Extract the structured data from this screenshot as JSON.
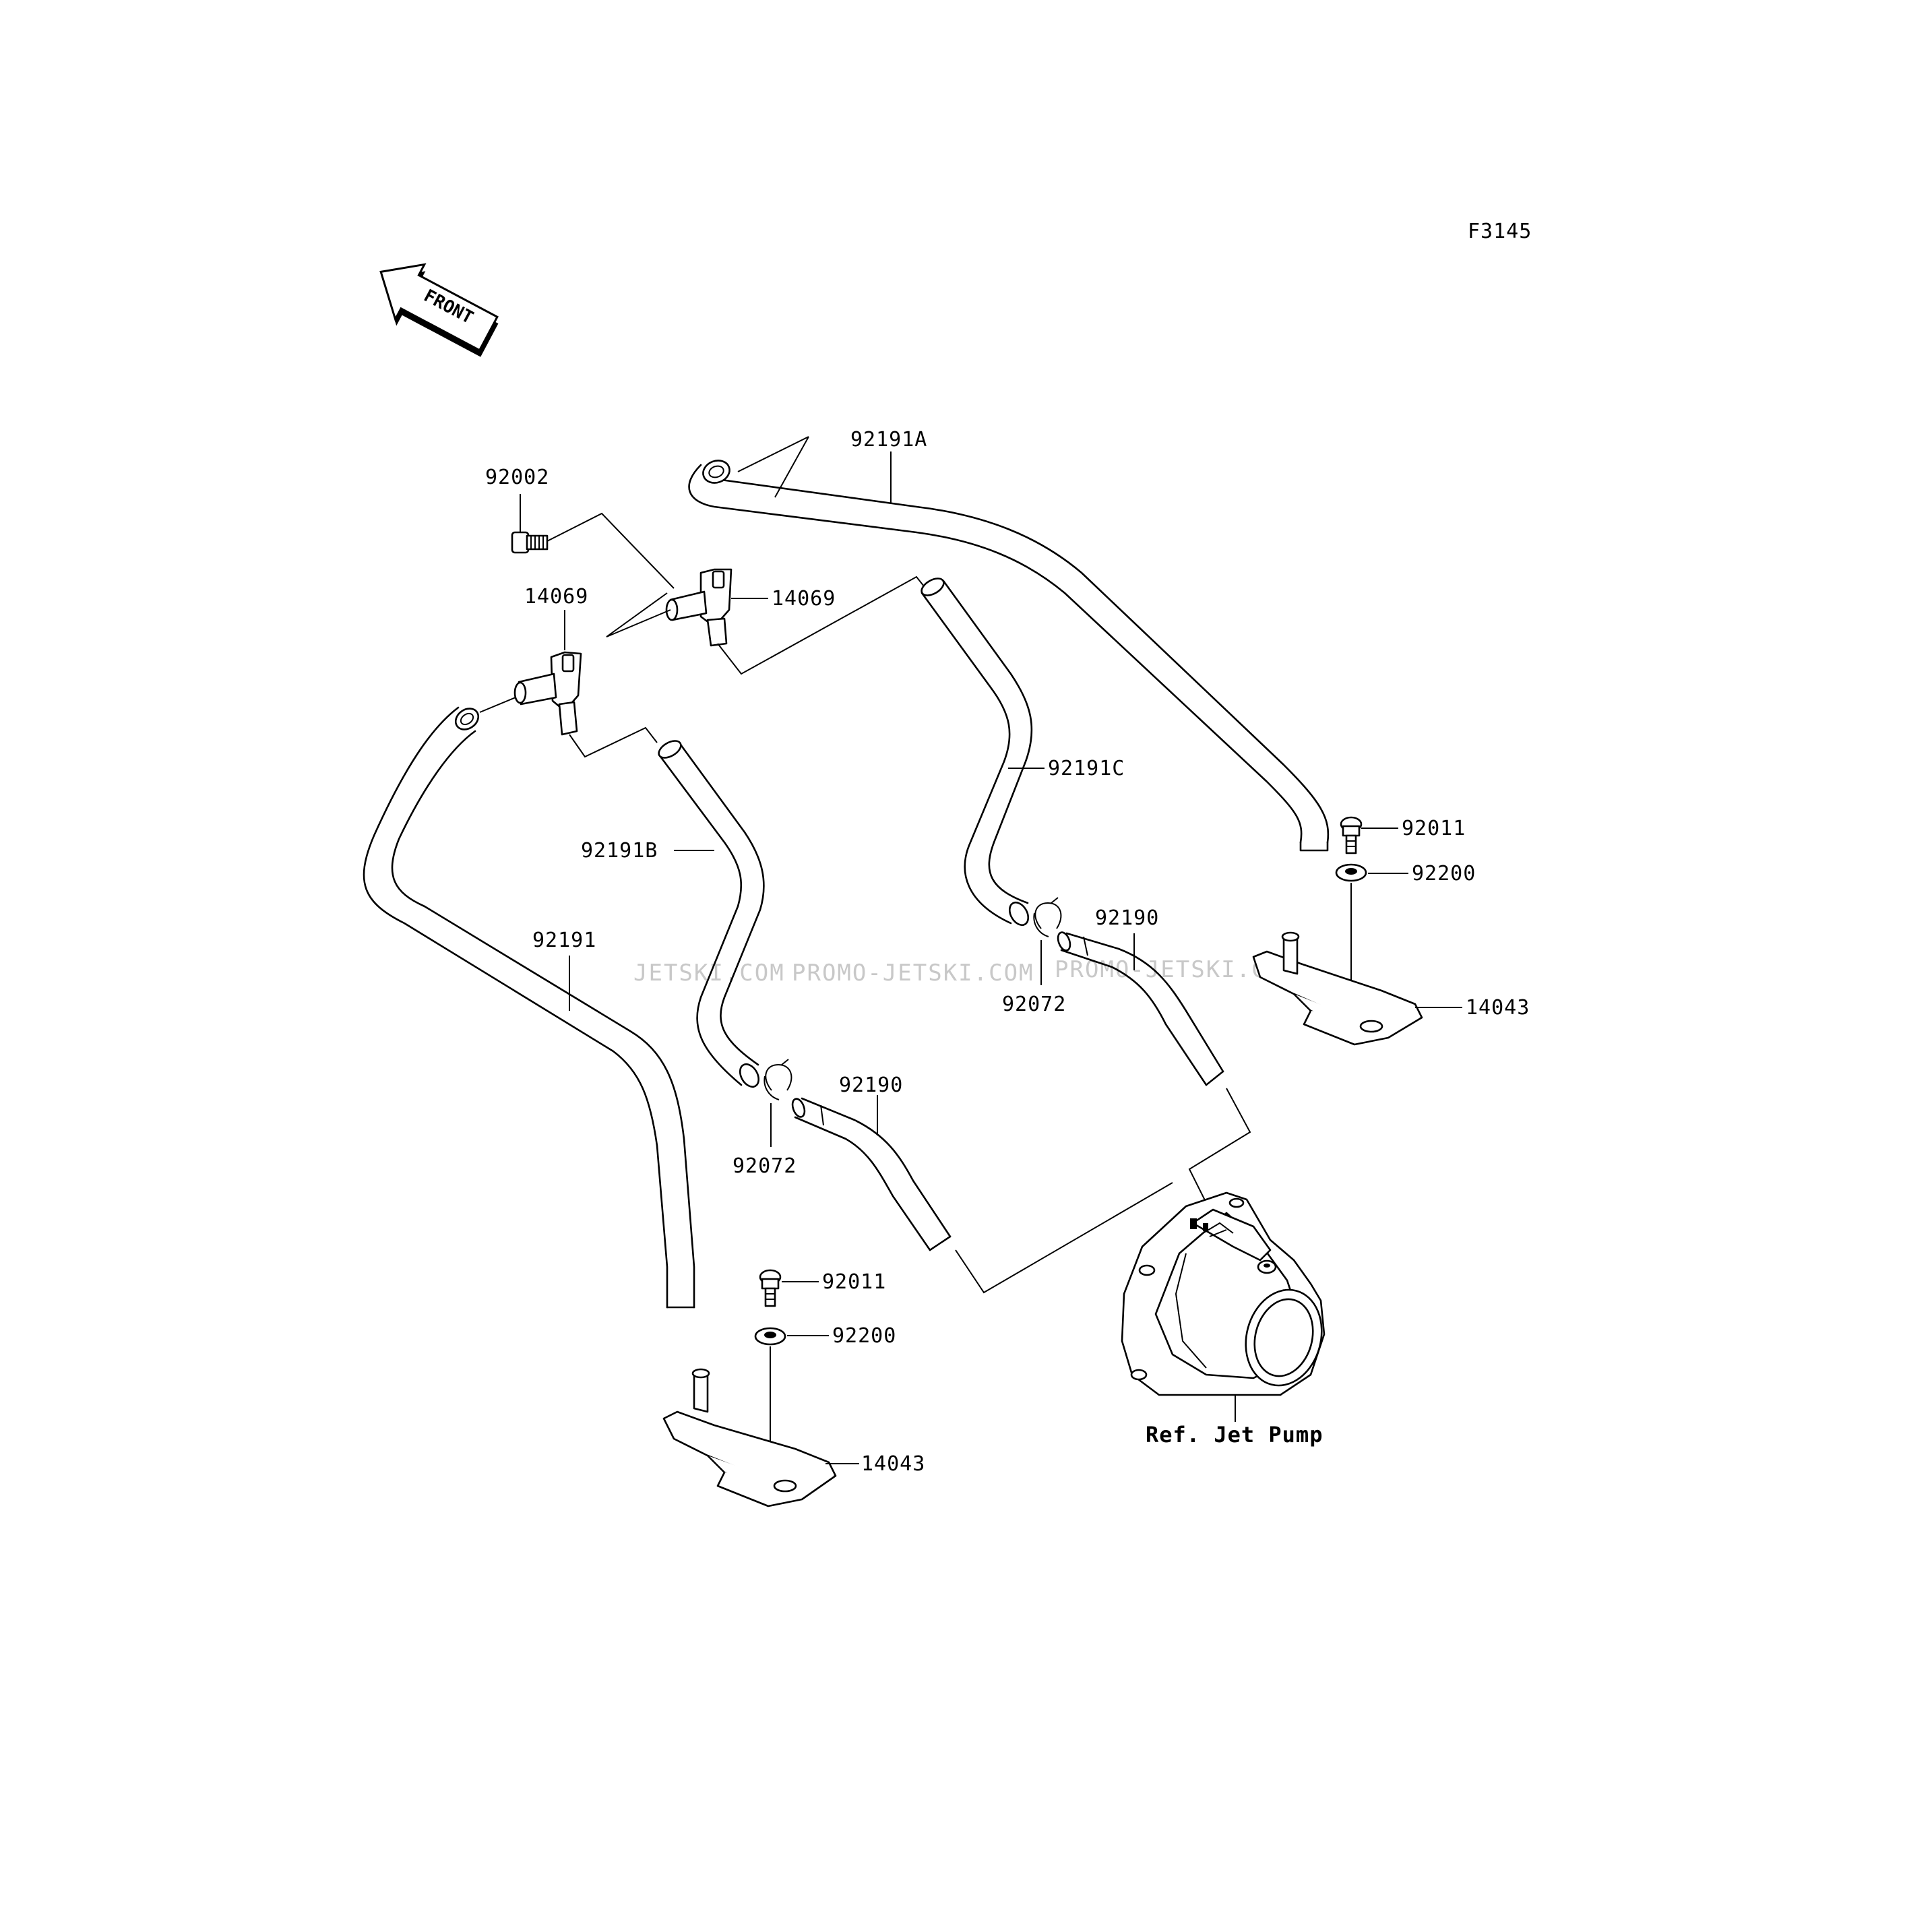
{
  "figure_code": "F3145",
  "front_label": "FRONT",
  "watermarks": [
    "JETSKI.COM",
    "PROMO-JETSKI.COM",
    "PROMO-JETSKI.COM"
  ],
  "parts": {
    "hose_a": "92191A",
    "bolt_flange": "92002",
    "joint_upper": "14069",
    "joint_lower": "14069",
    "hose_c": "92191C",
    "hose_b": "92191B",
    "hose_main": "92191",
    "screw_right": "92011",
    "washer_right": "92200",
    "nozzle_right": "14043",
    "hose_short_right": "92190",
    "clamp_right": "92072",
    "hose_short_left": "92190",
    "clamp_left": "92072",
    "screw_left": "92011",
    "washer_left": "92200",
    "nozzle_left": "14043"
  },
  "reference": "Ref. Jet Pump"
}
